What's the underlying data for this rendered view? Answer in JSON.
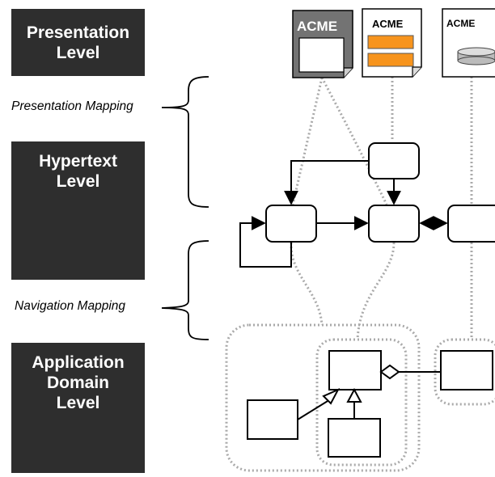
{
  "levels": {
    "presentation": [
      "Presentation",
      "Level"
    ],
    "hypertext": [
      "Hypertext",
      "Level"
    ],
    "application": [
      "Application",
      "Domain",
      "Level"
    ]
  },
  "mappings": {
    "presentation": "Presentation Mapping",
    "navigation": "Navigation Mapping"
  },
  "documents": [
    {
      "label": "ACME",
      "style": "dark"
    },
    {
      "label": "ACME",
      "style": "orange-bars"
    },
    {
      "label": "ACME",
      "style": "database"
    }
  ],
  "colors": {
    "level_box": "#2e2e2e",
    "accent_orange": "#f7941d",
    "dotted": "#aaaaaa",
    "dark_doc": "#737373"
  }
}
